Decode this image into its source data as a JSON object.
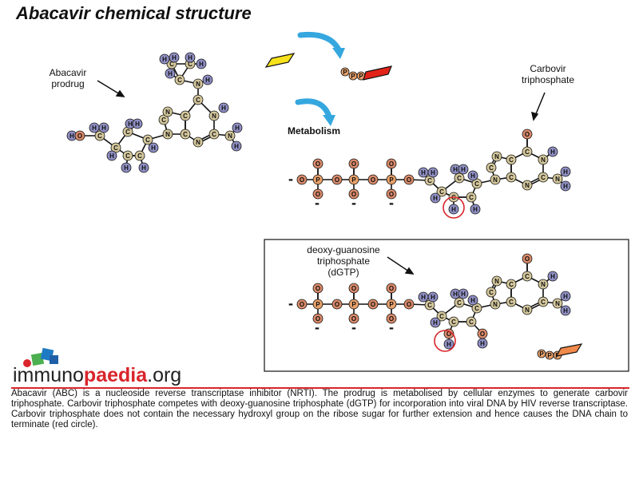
{
  "title": "Abacavir chemical structure",
  "labels": {
    "abacavir_prodrug": [
      "Abacavir",
      "prodrug"
    ],
    "carbovir_triphosphate": [
      "Carbovir",
      "triphosphate"
    ],
    "metabolism": "Metabolism",
    "dgtp": [
      "deoxy-guanosine",
      "triphosphate",
      "(dGTP)"
    ]
  },
  "atom_symbols": {
    "hydrogen": "H",
    "carbon": "C",
    "nitrogen": "N",
    "oxygen": "O",
    "phosphorus": "P",
    "charge": "-"
  },
  "colors": {
    "hydrogen": "#8f8fc4",
    "carbon": "#d4c79c",
    "nitrogen": "#d4c79c",
    "oxygen": "#d98a6a",
    "phosphorus": "#e6a06a",
    "accent_red": "#d9252b",
    "arrow_blue": "#35a7df",
    "yellow_tag": "#f6e11a",
    "red_tag": "#e2231a",
    "orange_tag": "#f08a4b"
  },
  "logo": {
    "prefix": "immuno",
    "brand": "paedia",
    "suffix": ".org"
  },
  "caption": "Abacavir (ABC) is a nucleoside reverse transcriptase inhibitor (NRTI). The prodrug is metabolised by cellular enzymes to generate carbovir triphosphate. Carbovir triphosphate competes with deoxy-guanosine triphosphate (dGTP) for incorporation into viral DNA by HIV reverse transcriptase. Carbovir triphosphate does not contain the necessary hydroxyl group on the ribose sugar for further extension and hence causes the DNA chain to terminate (red circle)."
}
